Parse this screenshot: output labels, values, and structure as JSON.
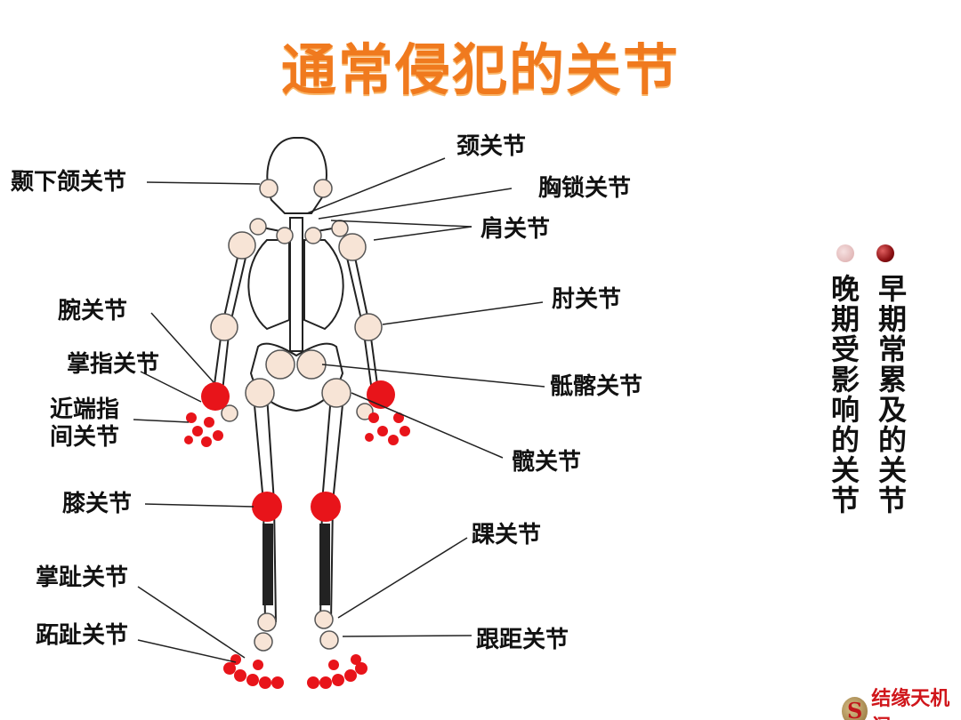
{
  "title": "通常侵犯的关节",
  "labels": {
    "tmj": "颞下颌关节",
    "neck": "颈关节",
    "sternoclavicular": "胸锁关节",
    "shoulder": "肩关节",
    "elbow": "肘关节",
    "sacroiliac": "骶髂关节",
    "hip": "髋关节",
    "wrist": "腕关节",
    "mcp": "掌指关节",
    "pip_line1": "近端指",
    "pip_line2": "间关节",
    "knee": "膝关节",
    "ankle": "踝关节",
    "mtp": "掌趾关节",
    "toe": "跖趾关节",
    "subtalar": "跟距关节"
  },
  "legend": {
    "early": "早期常累及的关节",
    "late": "晚期受影响的关节",
    "early_color": "#8b0f12",
    "late_color": "#e8c4c4"
  },
  "colors": {
    "affected": "#e8141a",
    "joint": "#f7e4d6",
    "title": "#f07a1e"
  },
  "watermark": "结缘天机阁"
}
